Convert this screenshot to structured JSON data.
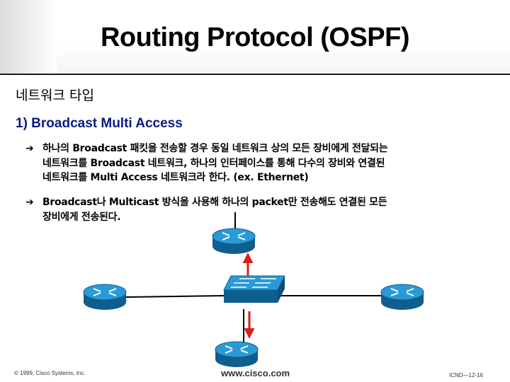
{
  "slide": {
    "title": "Routing Protocol (OSPF)",
    "subtitle": "네트워크 타입",
    "section": "1) Broadcast Multi Access",
    "bullets": [
      {
        "arrow": "➔",
        "lines": [
          "하나의 Broadcast 패킷을 전송할 경우 동일 네트워크 상의 모든 장비에게 전달되는",
          "네트워크를 Broadcast 네트워크, 하나의 인터페이스를 통해 다수의 장비와 연결된",
          "네트워크를 Multi Access 네트워크라 한다. (ex. Ethernet)"
        ]
      },
      {
        "arrow": "➔",
        "lines": [
          "Broadcast나 Multicast 방식을 사용해 하나의 packet만 전송해도 연결된 모든",
          "장비에게 전송된다."
        ]
      }
    ]
  },
  "diagram": {
    "devices": [
      {
        "name": "router-top",
        "icon": "router-icon"
      },
      {
        "name": "router-left",
        "icon": "router-icon"
      },
      {
        "name": "router-right",
        "icon": "router-icon"
      },
      {
        "name": "router-bottom",
        "icon": "router-icon"
      },
      {
        "name": "switch-center",
        "icon": "switch-icon"
      }
    ],
    "colors": {
      "device": "#1f8ec8",
      "device_dark": "#0e5f8e",
      "arrow": "#d81e1e",
      "link": "#000000"
    }
  },
  "footer": {
    "copyright": "© 1999, Cisco Systems, Inc.",
    "url": "www.cisco.com",
    "page": "ICND—12-16"
  }
}
